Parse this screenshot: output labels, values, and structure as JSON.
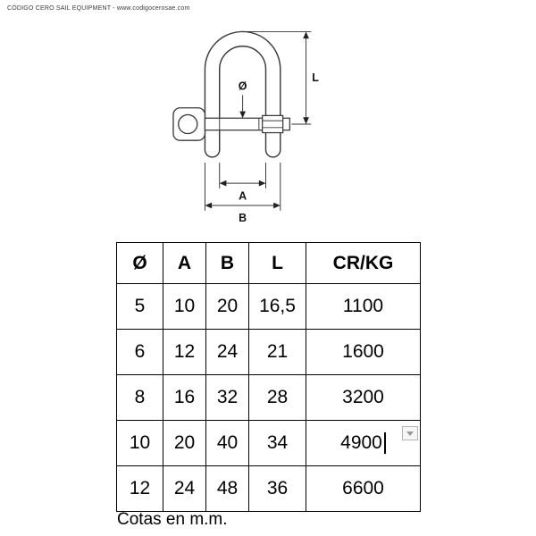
{
  "header": {
    "brand": "CÓDIGO CERO SAIL EQUIPMENT - www.codigocerosae.com"
  },
  "diagram": {
    "type": "technical-drawing-shackle",
    "labels": {
      "diameter": "Ø",
      "length": "L",
      "inner_width": "A",
      "outer_width": "B"
    }
  },
  "table": {
    "headers": [
      "Ø",
      "A",
      "B",
      "L",
      "CR/KG"
    ],
    "rows": [
      [
        "5",
        "10",
        "20",
        "16,5",
        "1100"
      ],
      [
        "6",
        "12",
        "24",
        "21",
        "1600"
      ],
      [
        "8",
        "16",
        "32",
        "28",
        "3200"
      ],
      [
        "10",
        "20",
        "40",
        "34",
        "4900"
      ],
      [
        "12",
        "24",
        "48",
        "36",
        "6600"
      ]
    ]
  },
  "caption": {
    "text": "Cotas en m.m."
  },
  "colors": {
    "line": "#3a3a3a",
    "table_border": "#000000"
  }
}
